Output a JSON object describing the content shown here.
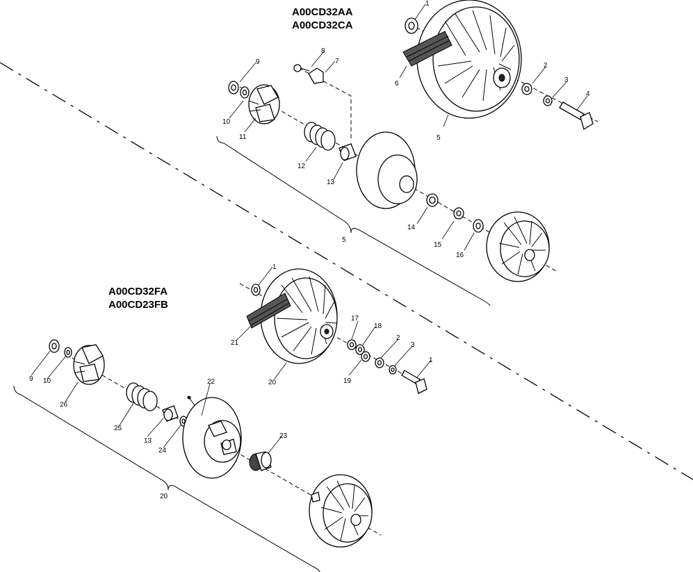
{
  "diagram": {
    "upper_assembly": {
      "model_codes": [
        "A00CD32AA",
        "A00CD32CA"
      ],
      "callouts": [
        {
          "id": "u1",
          "label": "1"
        },
        {
          "id": "u2",
          "label": "2"
        },
        {
          "id": "u3",
          "label": "3"
        },
        {
          "id": "u4",
          "label": "4"
        },
        {
          "id": "u5a",
          "label": "5"
        },
        {
          "id": "u6",
          "label": "6"
        },
        {
          "id": "u7",
          "label": "7"
        },
        {
          "id": "u8",
          "label": "8"
        },
        {
          "id": "u9",
          "label": "9"
        },
        {
          "id": "u10",
          "label": "10"
        },
        {
          "id": "u11",
          "label": "11"
        },
        {
          "id": "u12",
          "label": "12"
        },
        {
          "id": "u13",
          "label": "13"
        },
        {
          "id": "u14",
          "label": "14"
        },
        {
          "id": "u15",
          "label": "15"
        },
        {
          "id": "u16",
          "label": "16"
        },
        {
          "id": "u5b",
          "label": "5"
        }
      ]
    },
    "lower_assembly": {
      "model_codes": [
        "A00CD32FA",
        "A00CD23FB"
      ],
      "callouts": [
        {
          "id": "l1a",
          "label": "1"
        },
        {
          "id": "l17",
          "label": "17"
        },
        {
          "id": "l18",
          "label": "18"
        },
        {
          "id": "l2",
          "label": "2"
        },
        {
          "id": "l3",
          "label": "3"
        },
        {
          "id": "l1b",
          "label": "1"
        },
        {
          "id": "l21",
          "label": "21"
        },
        {
          "id": "l19",
          "label": "19"
        },
        {
          "id": "l20a",
          "label": "20"
        },
        {
          "id": "l22",
          "label": "22"
        },
        {
          "id": "l9",
          "label": "9"
        },
        {
          "id": "l10",
          "label": "10"
        },
        {
          "id": "l26",
          "label": "26"
        },
        {
          "id": "l25",
          "label": "25"
        },
        {
          "id": "l13",
          "label": "13"
        },
        {
          "id": "l24",
          "label": "24"
        },
        {
          "id": "l23",
          "label": "23"
        },
        {
          "id": "l20b",
          "label": "20"
        }
      ]
    }
  }
}
